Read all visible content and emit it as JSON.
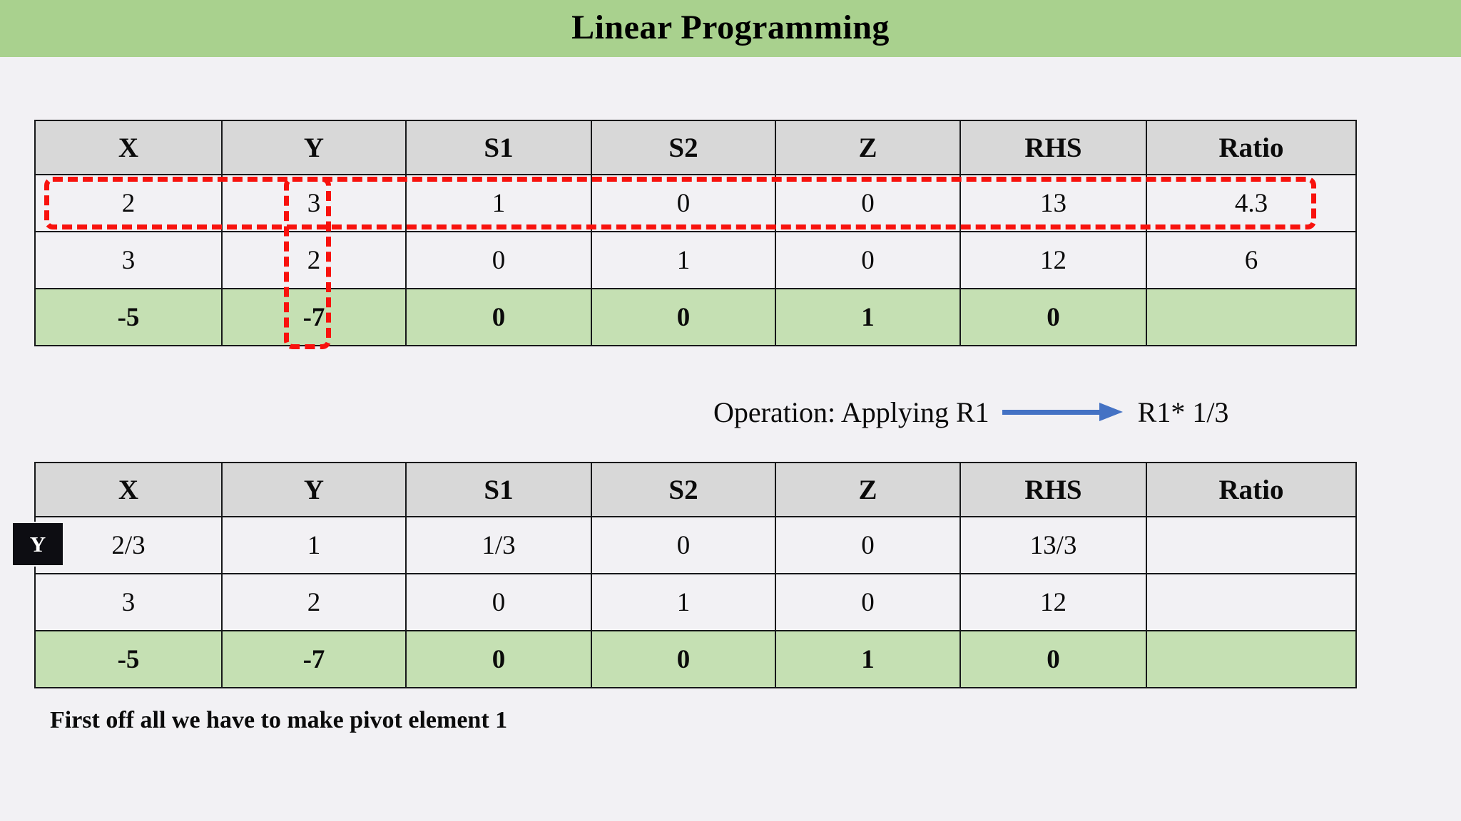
{
  "slide": {
    "title": "Linear Programming",
    "title_band_color": "#A9D18E",
    "background_color": "#F2F1F4"
  },
  "tables": [
    {
      "id": "table-one",
      "columns": [
        "X",
        "Y",
        "S1",
        "S2",
        "Z",
        "RHS",
        "Ratio"
      ],
      "rows": [
        {
          "cells": [
            "2",
            "3",
            "1",
            "0",
            "0",
            "13",
            "4.3"
          ],
          "type": "constraint"
        },
        {
          "cells": [
            "3",
            "2",
            "0",
            "1",
            "0",
            "12",
            "6"
          ],
          "type": "constraint"
        },
        {
          "cells": [
            "-5",
            "-7",
            "0",
            "0",
            "1",
            "0",
            ""
          ],
          "type": "objective"
        }
      ]
    },
    {
      "id": "table-two",
      "columns": [
        "X",
        "Y",
        "S1",
        "S2",
        "Z",
        "RHS",
        "Ratio"
      ],
      "rows": [
        {
          "cells": [
            "2/3",
            "1",
            "1/3",
            "0",
            "0",
            "13/3",
            ""
          ],
          "type": "constraint"
        },
        {
          "cells": [
            "3",
            "2",
            "0",
            "1",
            "0",
            "12",
            ""
          ],
          "type": "constraint"
        },
        {
          "cells": [
            "-5",
            "-7",
            "0",
            "0",
            "1",
            "0",
            ""
          ],
          "type": "objective"
        }
      ]
    }
  ],
  "annotations": {
    "pivot_row_highlight_color": "#F8120D",
    "pivot_column_highlight_color": "#F8120D",
    "blue_value_color": "#1A7AC4",
    "basis_tag_label": "Y",
    "objective_row_color": "#C5E0B3",
    "header_row_color": "#D8D8D8"
  },
  "operation": {
    "prefix": "Operation: Applying R1",
    "arrow_color": "#4472C4",
    "result": "R1* 1/3"
  },
  "footnote": {
    "text": "First off all we have to make pivot element 1"
  }
}
